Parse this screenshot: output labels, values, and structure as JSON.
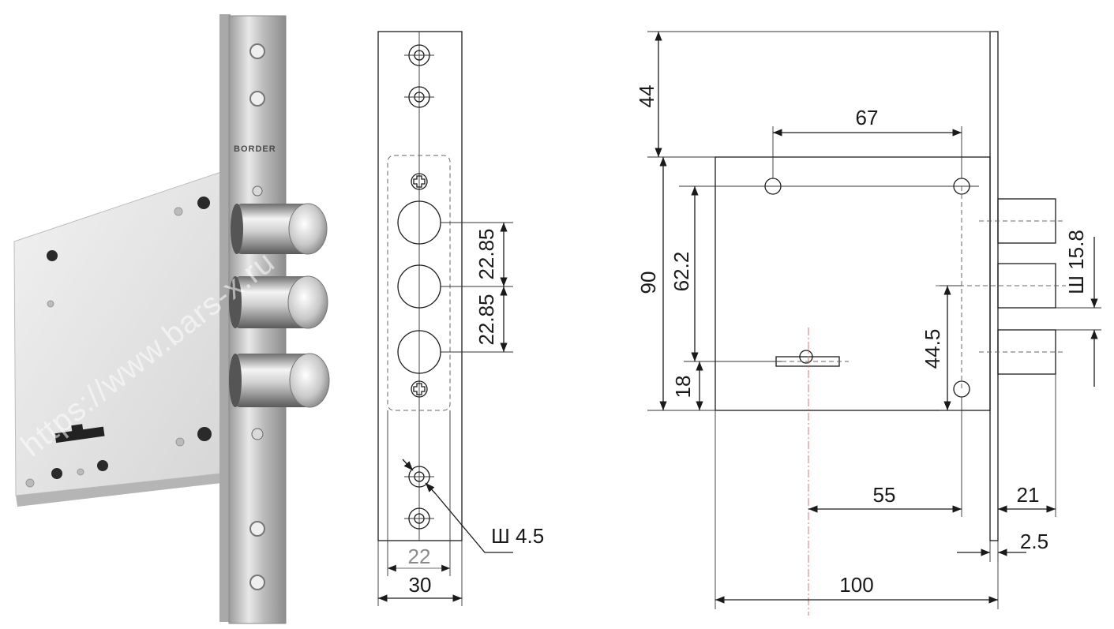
{
  "photo": {
    "brand_label": "BORDER",
    "watermark": "https://www.bars-x.ru"
  },
  "front_view": {
    "dims": {
      "bolt_spacing_top": "22.85",
      "bolt_spacing_bottom": "22.85",
      "hole_diameter": "Ш 4.5",
      "inner_width": "22",
      "faceplate_width": "30"
    }
  },
  "side_view": {
    "dims": {
      "backset_top": "44",
      "hole_spacing_horizontal": "67",
      "body_height": "90",
      "hole_spacing_vertical": "62.2",
      "bottom_offset": "18",
      "key_to_hole": "44.5",
      "bolt_diameter": "Ш 15.8",
      "key_center_offset": "55",
      "bolt_projection": "21",
      "faceplate_thickness": "2.5",
      "body_depth": "100"
    }
  },
  "colors": {
    "line": "#1a1a1a",
    "centerline": "#e07070",
    "dim_grey": "#8a8a8a"
  }
}
